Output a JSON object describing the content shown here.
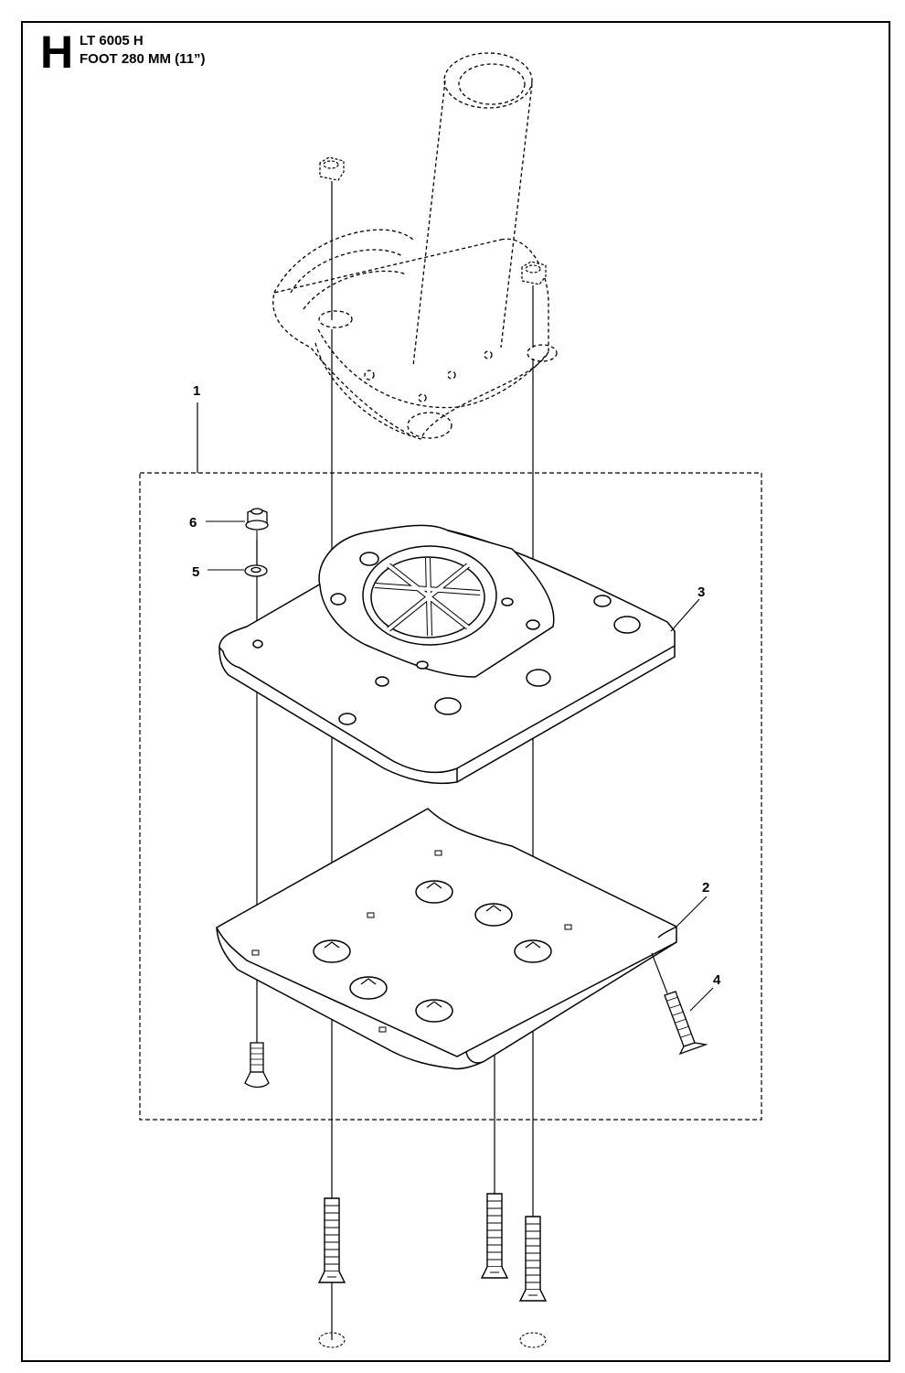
{
  "header": {
    "section_letter": "H",
    "model": "LT 6005 H",
    "subtitle": "FOOT 280 MM (11”)"
  },
  "callouts": [
    {
      "id": "1",
      "label": "1"
    },
    {
      "id": "2",
      "label": "2"
    },
    {
      "id": "3",
      "label": "3"
    },
    {
      "id": "4",
      "label": "4"
    },
    {
      "id": "5",
      "label": "5"
    },
    {
      "id": "6",
      "label": "6"
    }
  ],
  "colors": {
    "line": "#000000",
    "part_fill": "#ffffff",
    "hole_fill": "#ffffff"
  }
}
